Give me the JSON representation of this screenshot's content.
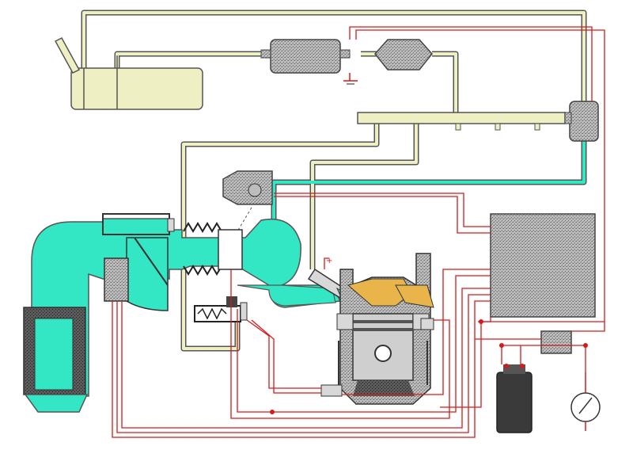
{
  "diagram": {
    "caption": "",
    "labels": [],
    "colors": {
      "background": "#ffffff",
      "fuel_line": "#efefc4",
      "fuel_line_edge": "#555555",
      "air_path": "#33e6c4",
      "wire": "#d61a1a",
      "component_dark": "#4a4a4a",
      "component_stipple": "#9a9a9a",
      "component_light": "#cfcfcf",
      "spark_flame": "#e9b54a"
    },
    "components": [
      {
        "id": "fuel-tank",
        "icon": "tank"
      },
      {
        "id": "fuel-pump",
        "icon": "pump"
      },
      {
        "id": "fuel-filter",
        "icon": "filter"
      },
      {
        "id": "fuel-rail",
        "icon": "rail"
      },
      {
        "id": "pressure-regulator",
        "icon": "regulator"
      },
      {
        "id": "air-filter",
        "icon": "filter-housing"
      },
      {
        "id": "air-flow-meter",
        "icon": "flap-meter"
      },
      {
        "id": "throttle-body",
        "icon": "throttle"
      },
      {
        "id": "intake-plenum",
        "icon": "plenum"
      },
      {
        "id": "injector",
        "icon": "injector"
      },
      {
        "id": "cold-start-valve",
        "icon": "valve"
      },
      {
        "id": "auxiliary-air-valve",
        "icon": "valve"
      },
      {
        "id": "thermo-time-switch",
        "icon": "sensor"
      },
      {
        "id": "engine-cylinder",
        "icon": "piston"
      },
      {
        "id": "temperature-sensor",
        "icon": "sensor"
      },
      {
        "id": "ecu",
        "icon": "control-unit"
      },
      {
        "id": "relay",
        "icon": "relay"
      },
      {
        "id": "ignition-coil",
        "icon": "coil"
      },
      {
        "id": "ignition-switch",
        "icon": "switch"
      }
    ],
    "battery_symbol": "+"
  }
}
